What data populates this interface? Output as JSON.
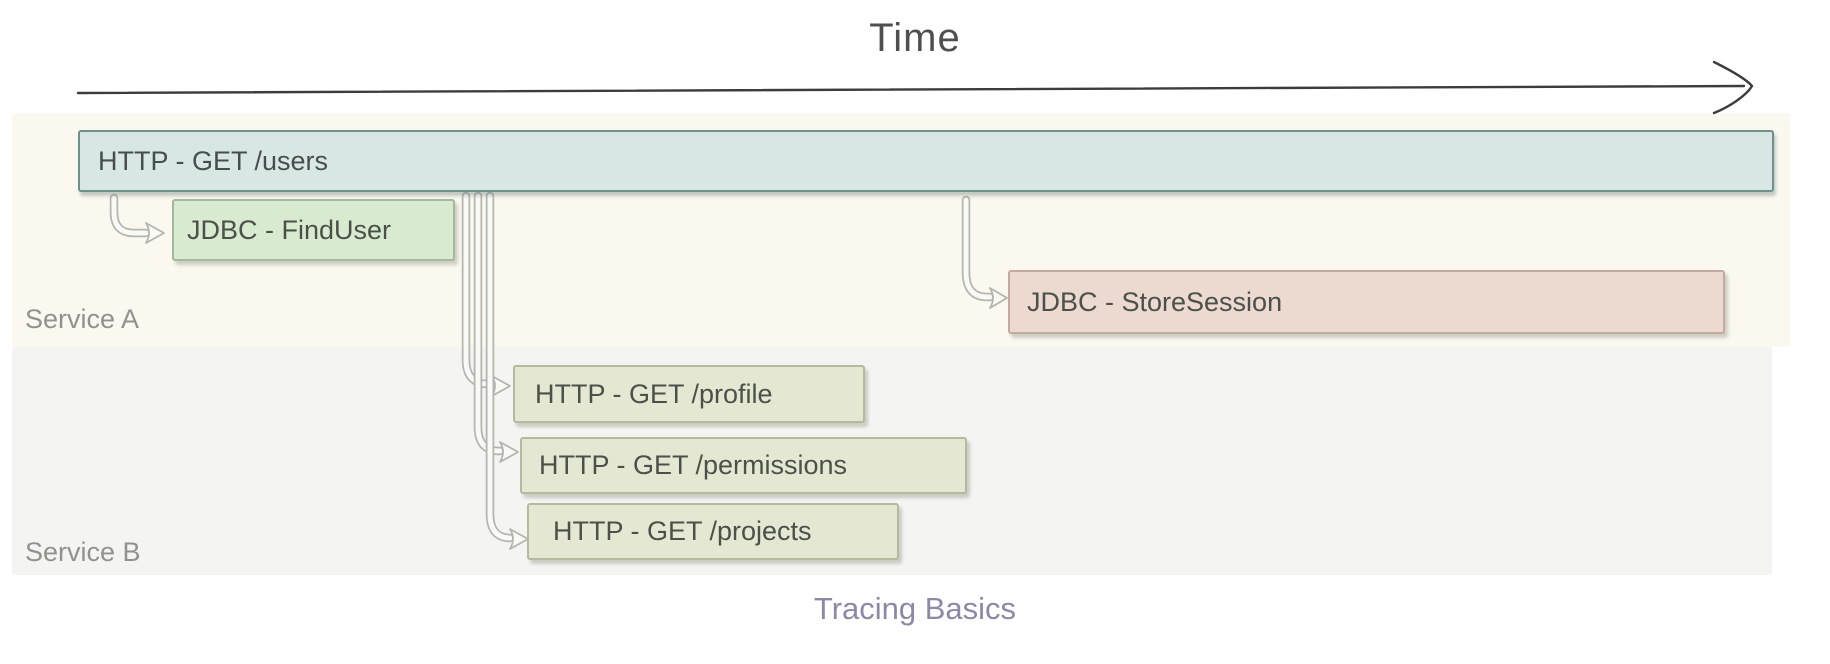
{
  "diagram": {
    "time_axis_label": "Time",
    "caption": "Tracing Basics"
  },
  "lanes": [
    {
      "label": "Service A",
      "background": "#faf8ef",
      "spans": [
        {
          "label": "HTTP - GET /users",
          "kind": "http-root-span",
          "color": "#d9e7e4"
        },
        {
          "label": "JDBC - FindUser",
          "kind": "jdbc-span",
          "color": "#d8ebd1"
        },
        {
          "label": "JDBC - StoreSession",
          "kind": "jdbc-span",
          "color": "#ecd9d0"
        }
      ]
    },
    {
      "label": "Service B",
      "background": "#f4f4f2",
      "spans": [
        {
          "label": "HTTP - GET /profile",
          "kind": "http-span",
          "color": "#e4e8d3"
        },
        {
          "label": "HTTP - GET /permissions",
          "kind": "http-span",
          "color": "#e4e8d3"
        },
        {
          "label": "HTTP - GET /projects",
          "kind": "http-span",
          "color": "#e4e8d3"
        }
      ]
    }
  ],
  "colors": {
    "axis_stroke": "#3c3c3c",
    "connector_outline": "#b5b5b0",
    "connector_fill": "#f9f9f5",
    "caption_text": "#8b89a6",
    "lane_label_text": "#92928d",
    "span_text": "#4b5149"
  }
}
